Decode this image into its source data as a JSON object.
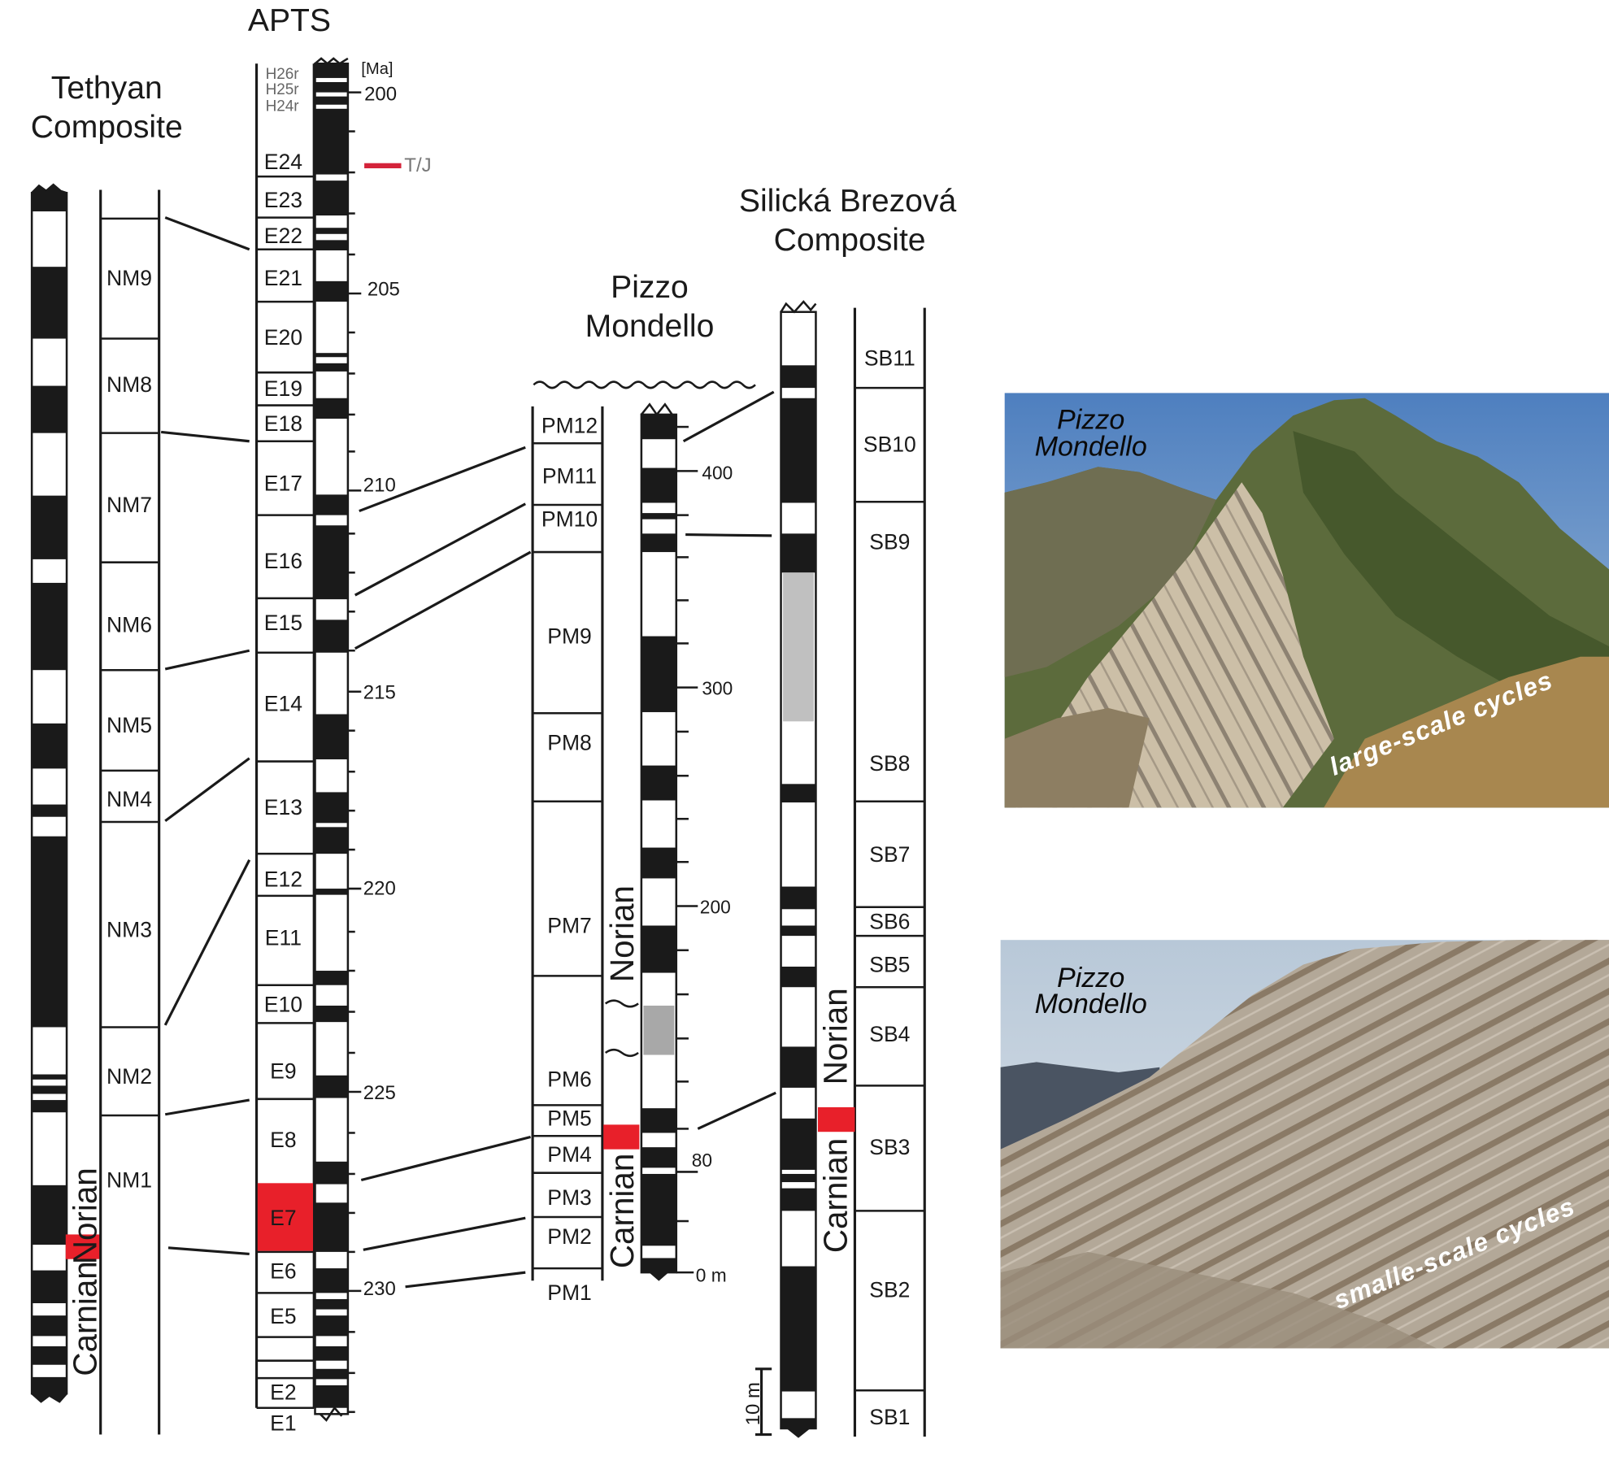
{
  "titles": {
    "tethyan": [
      "Tethyan",
      "Composite"
    ],
    "apts": "APTS",
    "pizzo": [
      "Pizzo",
      "Mondello"
    ],
    "silicka": [
      "Silická Brezová",
      "Composite"
    ]
  },
  "tethyan_zones": [
    "NM9",
    "NM8",
    "NM7",
    "NM6",
    "NM5",
    "NM4",
    "NM3",
    "NM2",
    "NM1"
  ],
  "apts_zones": [
    "E24",
    "E23",
    "E22",
    "E21",
    "E20",
    "E19",
    "E18",
    "E17",
    "E16",
    "E15",
    "E14",
    "E13",
    "E12",
    "E11",
    "E10",
    "E9",
    "E8",
    "E7",
    "E6",
    "E5",
    "E2",
    "E1"
  ],
  "apts_h_zones": [
    "H26r",
    "H25r",
    "H24r"
  ],
  "apts_age_unit": "[Ma]",
  "apts_ages": [
    "200",
    "205",
    "210",
    "215",
    "220",
    "225",
    "230"
  ],
  "tj_label": "T/J",
  "pizzo_zones": [
    "PM12",
    "PM11",
    "PM10",
    "PM9",
    "PM8",
    "PM7",
    "PM6",
    "PM5",
    "PM4",
    "PM3",
    "PM2",
    "PM1"
  ],
  "pizzo_meters": [
    "400",
    "300",
    "200",
    "80",
    "0 m"
  ],
  "silicka_zones": [
    "SB11",
    "SB10",
    "SB9",
    "SB8",
    "SB7",
    "SB6",
    "SB5",
    "SB4",
    "SB3",
    "SB2",
    "SB1"
  ],
  "scale_bar": "10 m",
  "stages": {
    "norian": "Norian",
    "carnian": "Carnian"
  },
  "photos": [
    {
      "location": [
        "Pizzo",
        "Mondello"
      ],
      "caption": "large-scale cycles"
    },
    {
      "location": [
        "Pizzo",
        "Mondello"
      ],
      "caption": "smalle-scale cycles"
    }
  ],
  "colors": {
    "boundary_red": "#e8202a",
    "tj_red": "#d4233a",
    "polarity_gray": "#c0c0c0"
  }
}
